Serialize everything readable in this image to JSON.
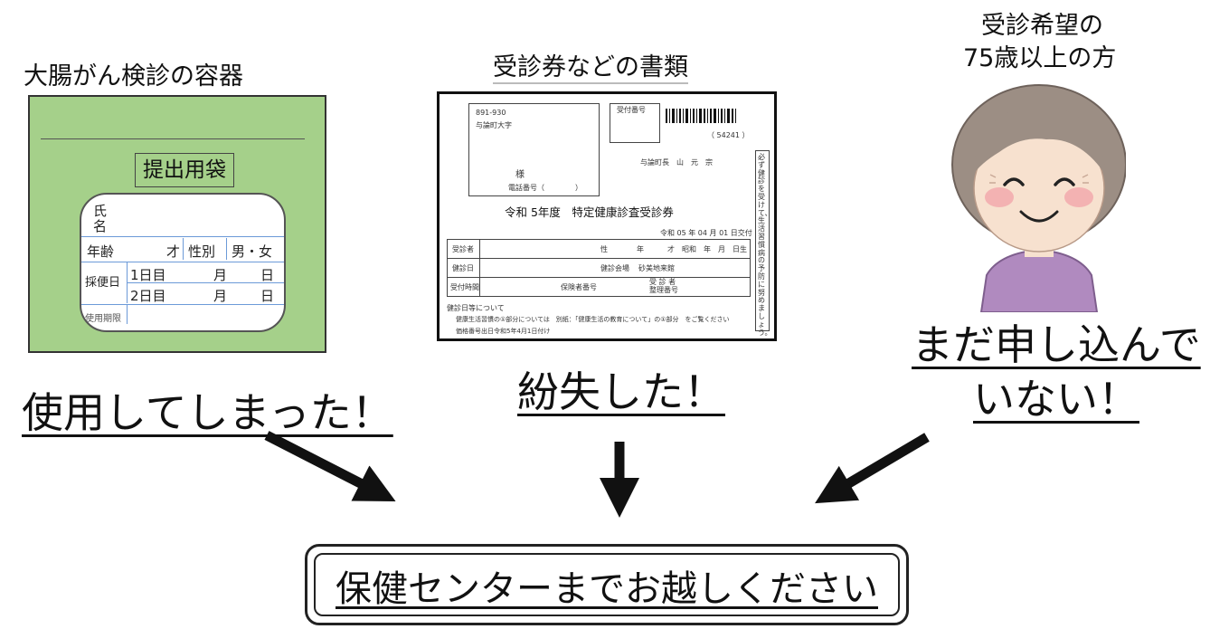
{
  "envelope": {
    "caption": "大腸がん検診の容器",
    "title": "提出用袋",
    "name_label": "氏\n名",
    "age_label": "年齢",
    "age_unit": "才",
    "sex_label": "性別",
    "sex_value": "男・女",
    "collection_label": "採便日",
    "day1": "1日目",
    "day2": "2日目",
    "month": "月",
    "day": "日",
    "expiry_label": "使用期限",
    "outcome": "使用してしまった！"
  },
  "ticket": {
    "caption": "受診券などの書類",
    "postal": "891-930",
    "address": "与論町大字",
    "sama": "様",
    "phone_label": "電話番号（",
    "phone_end": "）",
    "receipt_no_label": "受付番号",
    "barcode_no": "（ 54241 ）",
    "issuer": "与論町長　山　元　宗",
    "title": "令和 5年度　特定健康診査受診券",
    "issue_date": "令和 05 年 04 月 01 日交付",
    "r1_label": "受診者",
    "r1_sex": "性",
    "r1_birth": "年",
    "r1_birth2": "才　昭和　年　月　日生",
    "r2_label": "健診日",
    "r2_place_label": "健診会場",
    "r2_place": "砂美地来館",
    "r3_label": "受付時間",
    "r3_ins_label": "保険者番号",
    "r3_card_label": "受 診 者\n整理番号",
    "note_head": "健診日等について",
    "note1": "健康生活習慣の①部分については　別紙：「健康生活の教育について」の①部分　をご覧ください",
    "note2": "価格番号出日令和5年4月1日付け",
    "side_text": "必ず健診を受けて、生活習慣病の予防に努めましょう。",
    "outcome": "紛失した！"
  },
  "person": {
    "caption_line1": "受診希望の",
    "caption_line2": "75歳以上の方",
    "outcome_line1": "まだ申し込んで",
    "outcome_line2": "いない！"
  },
  "bottom": {
    "text": "保健センターまでお越しください"
  },
  "colors": {
    "envelope_green": "#a5d08a",
    "form_lines": "#6c9ad8",
    "hair": "#9c8e84",
    "skin": "#f7e1cf",
    "sweater": "#b08abf",
    "cheek": "#f2a2a8"
  }
}
